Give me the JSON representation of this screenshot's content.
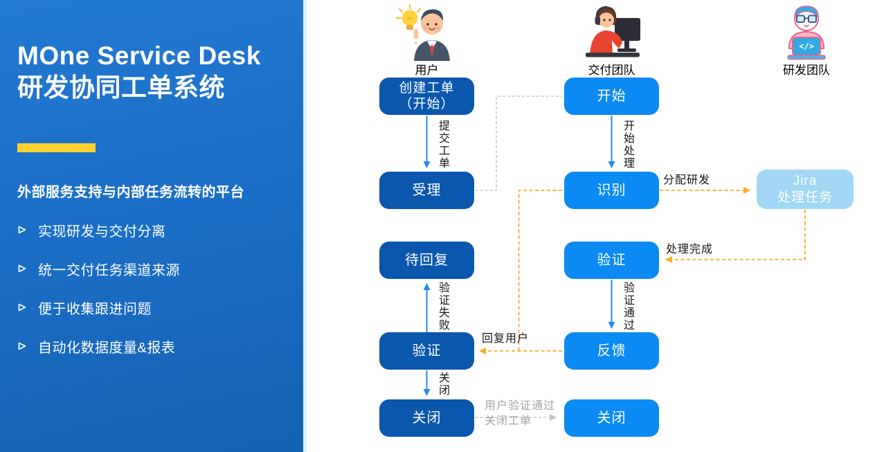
{
  "slide": {
    "sidebar": {
      "title_line1": "MOne Service Desk",
      "title_line2": "研发协同工单系统",
      "subtitle": "外部服务支持与内部任务流转的平台",
      "bullets": [
        "实现研发与交付分离",
        "统一交付任务渠道来源",
        "便于收集跟进问题",
        "自动化数据度量&报表"
      ]
    },
    "flow": {
      "lanes": [
        {
          "label": "用户",
          "icon": "user-idea-icon"
        },
        {
          "label": "交付团队",
          "icon": "support-agent-monitor-icon"
        },
        {
          "label": "研发团队",
          "icon": "developer-laptop-icon"
        }
      ],
      "dev_laptop_text": "</>",
      "nodes": {
        "create_line1": "创建工单",
        "create_line2": "（开始）",
        "accept": "受理",
        "wait_reply": "待回复",
        "user_verify": "验证",
        "user_close": "关闭",
        "start": "开始",
        "identify": "识别",
        "team_verify": "验证",
        "feedback": "反馈",
        "team_close": "关闭",
        "jira_line1": "Jira",
        "jira_line2": "处理任务"
      },
      "edges": {
        "submit_ticket": "提交工单",
        "start_process": "开始处理",
        "verify_fail": "验证失败",
        "verify_pass": "验证通过",
        "close": "关闭",
        "assign_dev": "分配研发",
        "process_done": "处理完成",
        "reply_user": "回复用户",
        "close_note_line1": "用户验证通过",
        "close_note_line2": "关闭工单"
      }
    },
    "colors": {
      "sidebar_blue_top": "#2279d3",
      "sidebar_blue_bottom": "#1561b3",
      "accent_yellow": "#fdd22f",
      "dark_node": "#0b57ae",
      "bright_node": "#0a8af2",
      "jira_node": "#a2d8f6",
      "solid_arrow_blue": "#2288f0",
      "dashed_orange": "#f7ab26",
      "dashed_gray": "#c9c9c9"
    }
  }
}
